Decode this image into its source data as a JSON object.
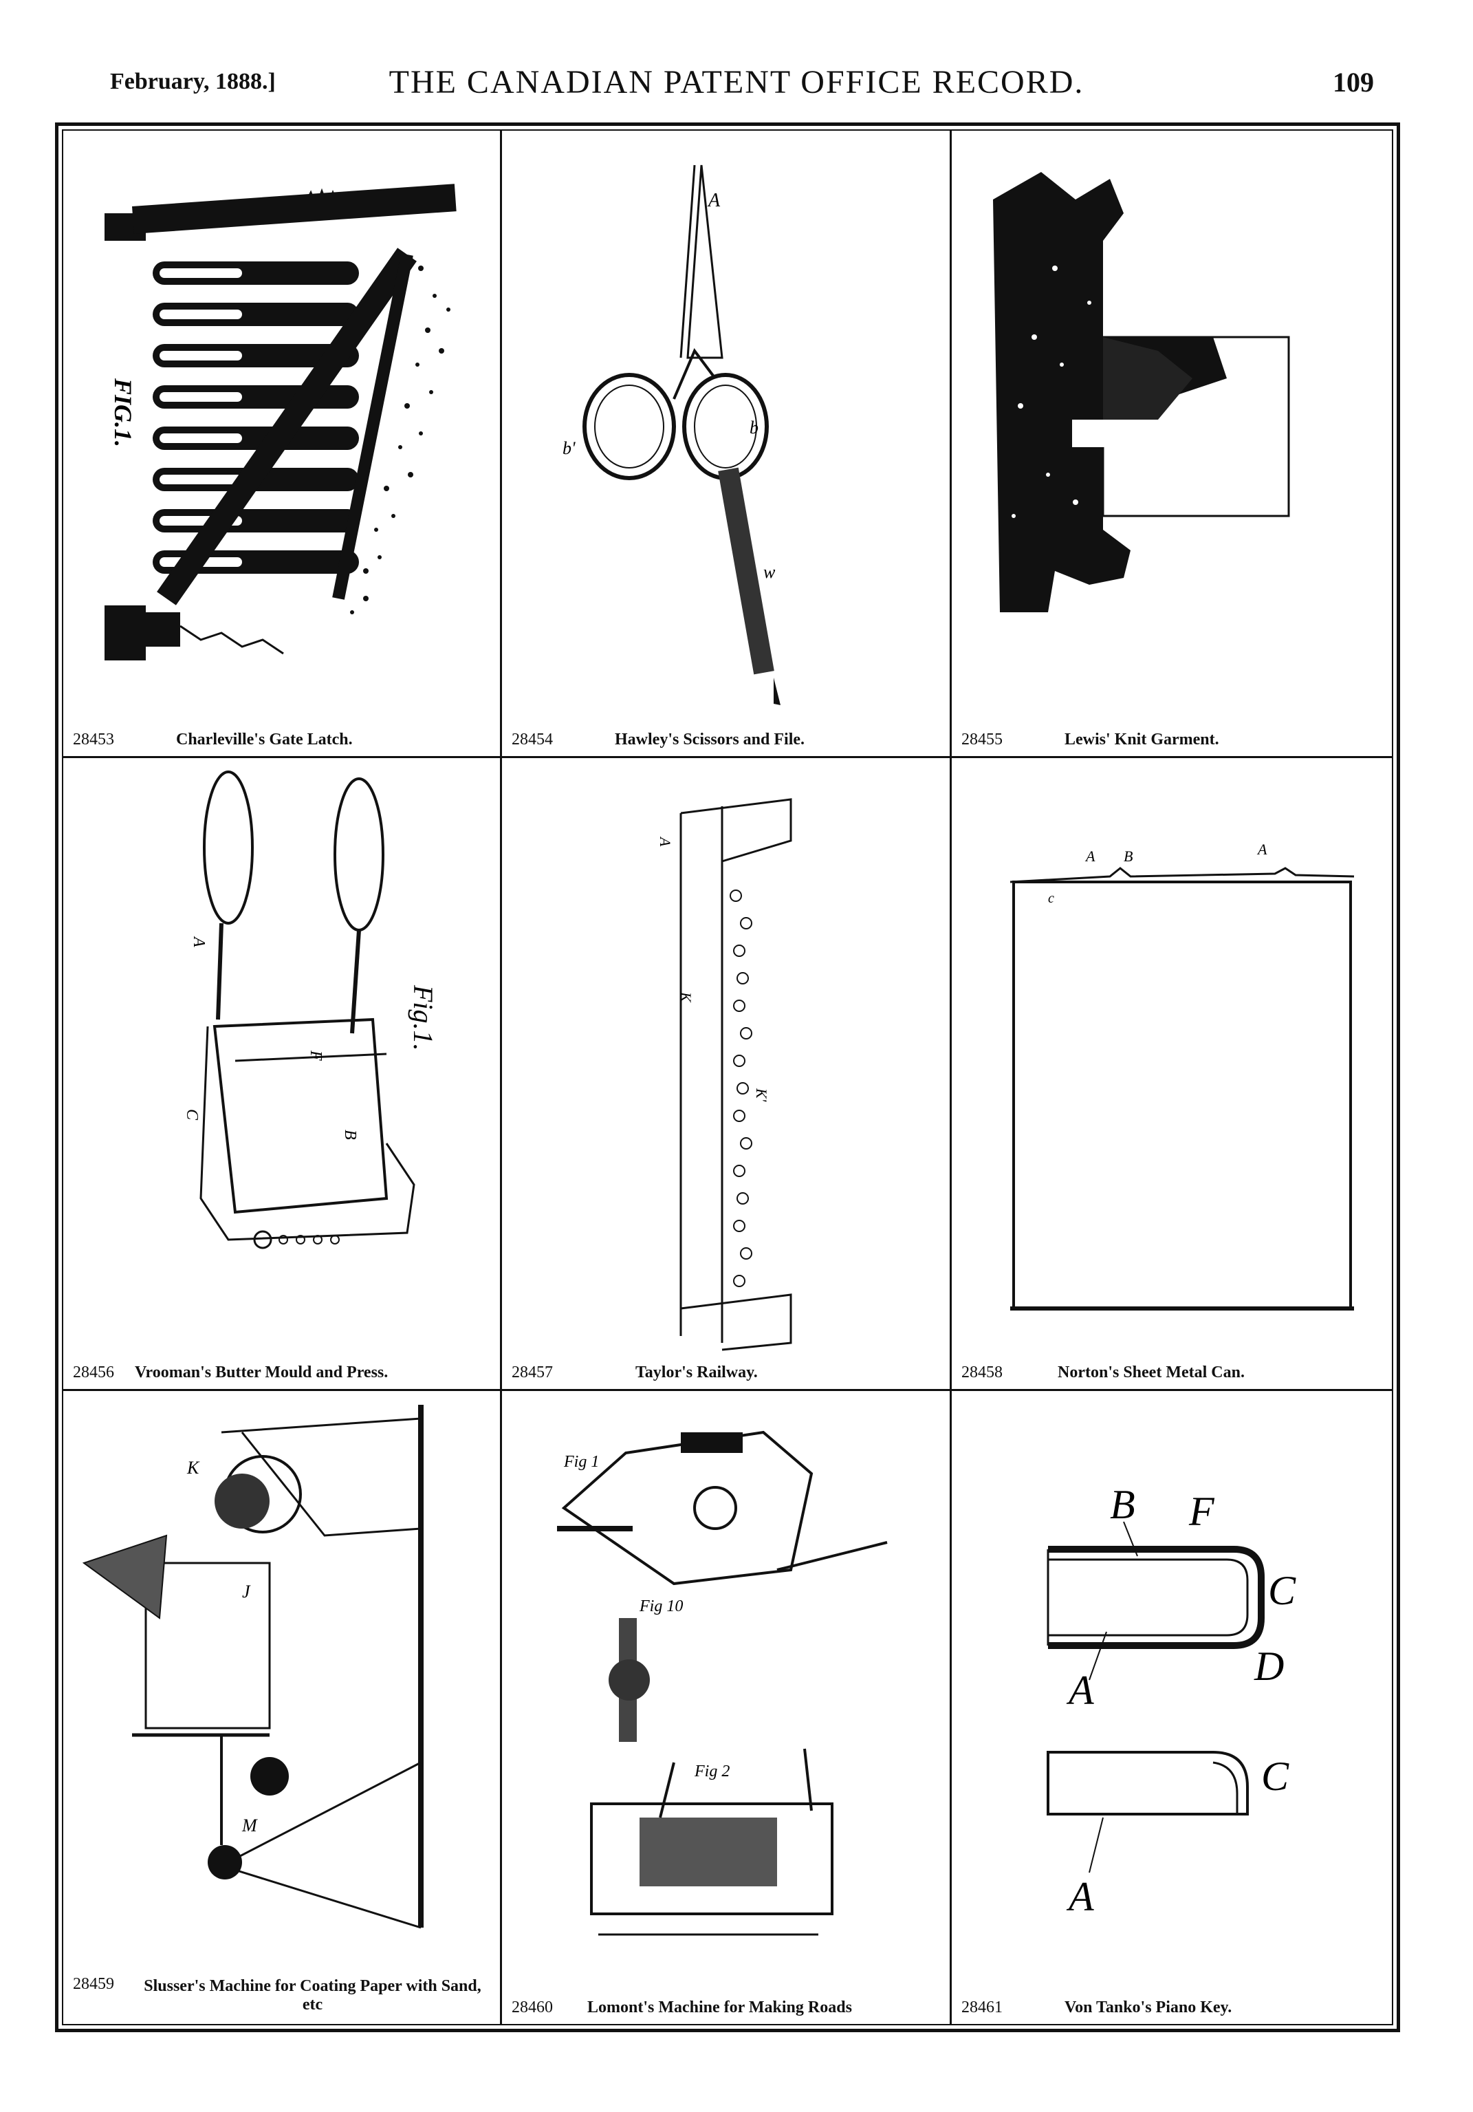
{
  "header": {
    "date": "February, 1888.]",
    "title": "THE CANADIAN PATENT OFFICE RECORD.",
    "page": "109"
  },
  "cells": [
    {
      "number": "28453",
      "caption": "Charleville's Gate Latch.",
      "labels": {
        "fig": "FIG.1."
      }
    },
    {
      "number": "28454",
      "caption": "Hawley's Scissors and File.",
      "labels": {
        "a": "A",
        "b": "b",
        "b2": "b'",
        "w": "w"
      }
    },
    {
      "number": "28455",
      "caption": "Lewis' Knit Garment."
    },
    {
      "number": "28456",
      "caption": "Vrooman's Butter Mould and Press.",
      "labels": {
        "fig": "Fig.1.",
        "a": "A",
        "b": "B",
        "c": "C",
        "f": "F"
      }
    },
    {
      "number": "28457",
      "caption": "Taylor's Railway.",
      "labels": {
        "a": "A",
        "k": "K",
        "k2": "K'"
      }
    },
    {
      "number": "28458",
      "caption": "Norton's Sheet Metal Can.",
      "labels": {
        "a1": "A",
        "a2": "A",
        "b": "B",
        "c": "c"
      }
    },
    {
      "number": "28459",
      "caption": "Slusser's Machine for Coating Paper with Sand, etc",
      "labels": {
        "k": "K",
        "j": "J",
        "m": "M"
      }
    },
    {
      "number": "28460",
      "caption": "Lomont's Machine for Making Roads",
      "labels": {
        "fig1": "Fig 1",
        "fig10": "Fig 10",
        "fig2": "Fig 2"
      }
    },
    {
      "number": "28461",
      "caption": "Von Tanko's Piano Key.",
      "labels": {
        "b": "B",
        "f": "F",
        "c1": "C",
        "d": "D",
        "a1": "A",
        "c2": "C",
        "a2": "A"
      }
    }
  ]
}
